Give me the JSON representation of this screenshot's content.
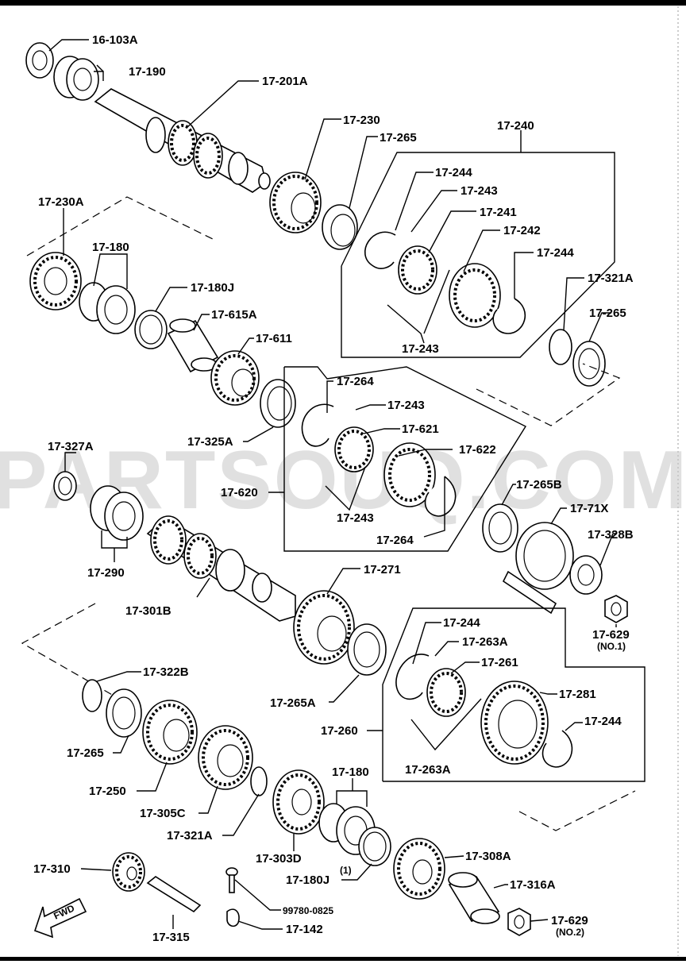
{
  "watermark": "PARTSOUQ.COM",
  "fwd_label": "FWD",
  "labels": {
    "p16_103A": "16-103A",
    "p17_190": "17-190",
    "p17_201A": "17-201A",
    "p17_230": "17-230",
    "p17_265_top": "17-265",
    "p17_240": "17-240",
    "p17_244_a": "17-244",
    "p17_243_a": "17-243",
    "p17_241": "17-241",
    "p17_242": "17-242",
    "p17_244_b": "17-244",
    "p17_243_b": "17-243",
    "p17_321A_top": "17-321A",
    "p17_265_right": "17-265",
    "p17_230A": "17-230A",
    "p17_180_top": "17-180",
    "p17_180J_top": "17-180J",
    "p17_615A": "17-615A",
    "p17_611": "17-611",
    "p17_325A": "17-325A",
    "p17_264_a": "17-264",
    "p17_243_c": "17-243",
    "p17_621": "17-621",
    "p17_622": "17-622",
    "p17_620": "17-620",
    "p17_243_d": "17-243",
    "p17_264_b": "17-264",
    "p17_327A": "17-327A",
    "p17_290": "17-290",
    "p17_301B": "17-301B",
    "p17_271": "17-271",
    "p17_265B": "17-265B",
    "p17_71X": "17-71X",
    "p17_328B": "17-328B",
    "p17_629_a": "17-629",
    "no1": "(NO.1)",
    "p17_265A": "17-265A",
    "p17_244_c": "17-244",
    "p17_263A_a": "17-263A",
    "p17_261": "17-261",
    "p17_281": "17-281",
    "p17_244_d": "17-244",
    "p17_260": "17-260",
    "p17_263A_b": "17-263A",
    "p17_322B": "17-322B",
    "p17_265_bot": "17-265",
    "p17_250": "17-250",
    "p17_305C": "17-305C",
    "p17_321A_bot": "17-321A",
    "p17_180_bot": "17-180",
    "p17_303D": "17-303D",
    "p17_180J_bot": "17-180J",
    "qty1": "(1)",
    "p17_308A": "17-308A",
    "p17_310": "17-310",
    "p99780": "99780-0825",
    "p17_316A": "17-316A",
    "p17_315": "17-315",
    "p17_142": "17-142",
    "p17_629_b": "17-629",
    "no2": "(NO.2)"
  }
}
